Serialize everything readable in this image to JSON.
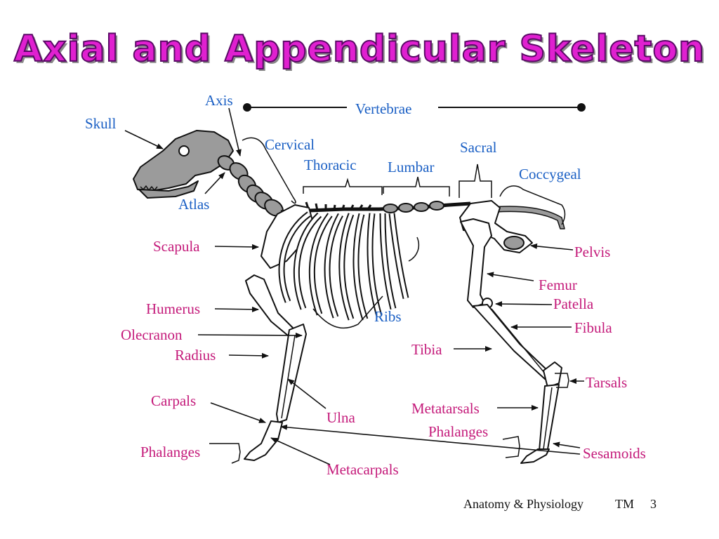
{
  "title": "Axial and Appendicular Skeleton",
  "colors": {
    "axial": "#1a5fc4",
    "appendicular": "#c41a7a",
    "bone": "#9b9b9b",
    "ink": "#111111"
  },
  "labels": {
    "axis": "Axis",
    "vertebrae": "Vertebrae",
    "skull": "Skull",
    "cervical": "Cervical",
    "thoracic": "Thoracic",
    "lumbar": "Lumbar",
    "sacral": "Sacral",
    "coccygeal": "Coccygeal",
    "atlas": "Atlas",
    "ribs": "Ribs",
    "scapula": "Scapula",
    "humerus": "Humerus",
    "olecranon": "Olecranon",
    "radius": "Radius",
    "carpals": "Carpals",
    "ulna": "Ulna",
    "phalanges_front": "Phalanges",
    "metacarpals": "Metacarpals",
    "pelvis": "Pelvis",
    "femur": "Femur",
    "patella": "Patella",
    "fibula": "Fibula",
    "tibia": "Tibia",
    "tarsals": "Tarsals",
    "metatarsals": "Metatarsals",
    "phalanges_hind": "Phalanges",
    "sesamoids": "Sesamoids"
  },
  "footer": {
    "course": "Anatomy & Physiology",
    "tm": "TM",
    "page": "3"
  }
}
